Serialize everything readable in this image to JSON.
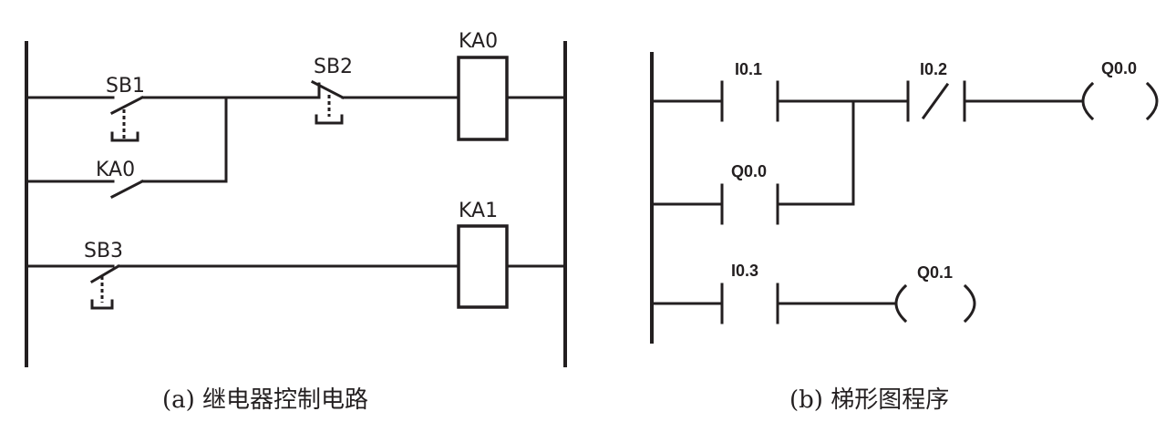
{
  "panel_a": {
    "caption": "(a) 继电器控制电路",
    "labels": {
      "sb1": "SB1",
      "sb2": "SB2",
      "sb3": "SB3",
      "ka0_contact": "KA0",
      "ka0_coil": "KA0",
      "ka1_coil": "KA1"
    }
  },
  "panel_b": {
    "caption": "(b) 梯形图程序",
    "labels": {
      "i01": "I0.1",
      "i02": "I0.2",
      "i03": "I0.3",
      "q00_contact": "Q0.0",
      "q00_coil": "Q0.0",
      "q01_coil": "Q0.1"
    }
  }
}
